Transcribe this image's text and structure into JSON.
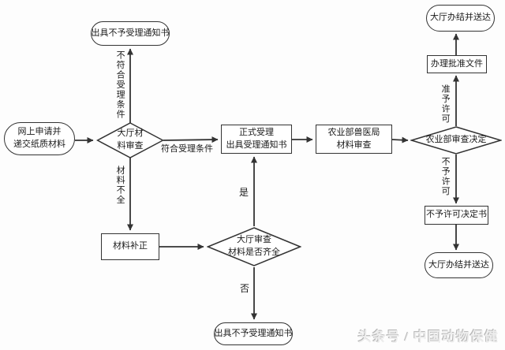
{
  "page": {
    "background": "#fdfdfd",
    "line_color": "#333333"
  },
  "nodes": {
    "apply": {
      "type": "stadium",
      "label": "网上申请并\n递交纸质材料"
    },
    "hall_material_review": {
      "type": "diamond",
      "label": "大厅材\n料审查"
    },
    "reject_notice_top": {
      "type": "stadium",
      "label": "出具不予受理通知书"
    },
    "material_correction": {
      "type": "rect",
      "label": "材料补正"
    },
    "hall_completeness": {
      "type": "diamond",
      "label": "大厅审查\n材料是否齐全"
    },
    "reject_notice_bottom": {
      "type": "stadium",
      "label": "出具不予受理通知书"
    },
    "formal_acceptance": {
      "type": "rect",
      "label": "正式受理\n出具受理通知书"
    },
    "moa_material_review": {
      "type": "rect",
      "label": "农业部兽医局\n材料审查"
    },
    "moa_decision": {
      "type": "diamond",
      "label": "农业部审查决定"
    },
    "approval_document": {
      "type": "rect",
      "label": "办理批准文件"
    },
    "done_top": {
      "type": "stadium",
      "label": "大厅办结并送达"
    },
    "denial_decision": {
      "type": "rect",
      "label": "不予许可决定书"
    },
    "done_bottom": {
      "type": "stadium",
      "label": "大厅办结并送达"
    }
  },
  "edge_labels": {
    "not_meet": "不符合受理条件",
    "incomplete": "材料不全",
    "meet": "符合受理条件",
    "yes": "是",
    "no": "否",
    "granted": "准予许可",
    "denied": "不予许可"
  },
  "watermark": {
    "text": "头条号 / 中国动物保健"
  }
}
